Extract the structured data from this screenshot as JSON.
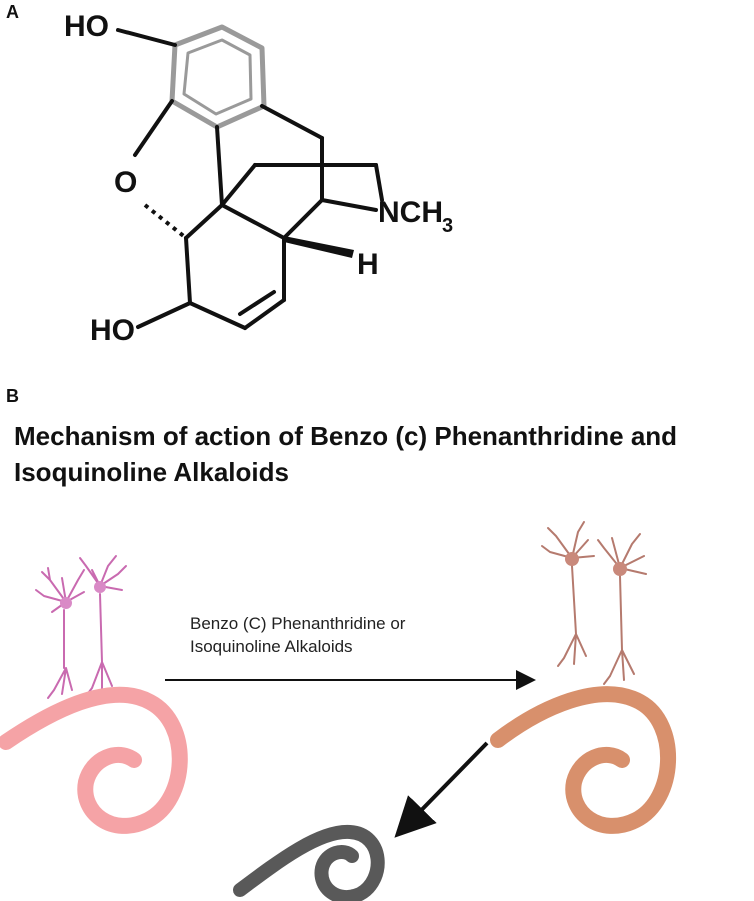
{
  "panel_a": {
    "label": "A",
    "atoms": {
      "ho_top": "HO",
      "o_ring": "O",
      "n_group": "NCH",
      "n_sub": "3",
      "h": "H",
      "ho_bottom": "HO"
    }
  },
  "panel_b": {
    "label": "B",
    "title_line1": "Mechanism of action of Benzo (c) Phenanthridine and",
    "title_line2": "Isoquinoline Alkaloids",
    "arrow_label_line1": "Benzo (C) Phenanthridine or",
    "arrow_label_line2": "Isoquinoline Alkaloids"
  },
  "colors": {
    "neuron_left": "#c96ab0",
    "cochlea_left": "#f5a3a6",
    "neuron_right": "#b57a6e",
    "cochlea_right": "#d8906c",
    "cochlea_damaged": "#595959",
    "aromatic_ring": "#9a9a9a",
    "bond": "#111111"
  }
}
